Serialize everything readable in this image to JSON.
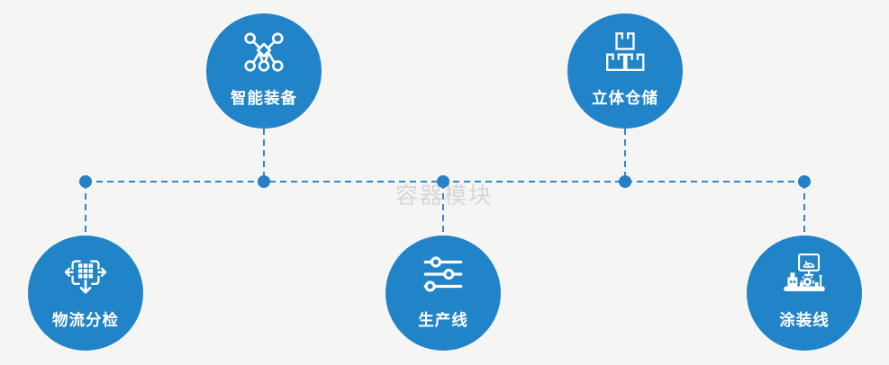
{
  "diagram": {
    "watermark": "容器模块",
    "colors": {
      "node_blue": "#2183c8",
      "connector_blue": "#2f87cc",
      "label_white": "#ffffff",
      "background": "#f5f5f4",
      "watermark_gray": "#cfcfd2"
    },
    "nodes": [
      {
        "label": "智能装备",
        "icon": "network-nodes-icon",
        "position": "top-left"
      },
      {
        "label": "立体仓储",
        "icon": "stacked-boxes-icon",
        "position": "top-right"
      },
      {
        "label": "物流分检",
        "icon": "sort-dispatch-icon",
        "position": "bottom-left"
      },
      {
        "label": "生产线",
        "icon": "sliders-icon",
        "position": "bottom-center"
      },
      {
        "label": "涂装线",
        "icon": "paint-machine-icon",
        "position": "bottom-right"
      }
    ]
  }
}
